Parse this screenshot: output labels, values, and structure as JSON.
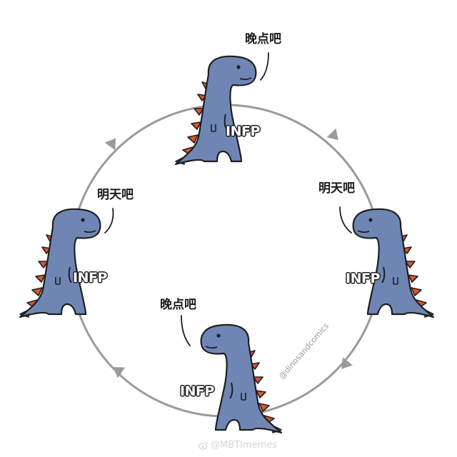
{
  "colors": {
    "dino_body": "#6f86b5",
    "dino_spikes": "#e0532f",
    "outline": "#1e1e1e",
    "cycle_line": "#9a9a9a"
  },
  "dinos": [
    {
      "position": "top",
      "speech": "晚点吧",
      "badge": "INFP"
    },
    {
      "position": "right",
      "speech": "明天吧",
      "badge": "INFP"
    },
    {
      "position": "bottom",
      "speech": "晚点吧",
      "badge": "INFP"
    },
    {
      "position": "left",
      "speech": "明天吧",
      "badge": "INFP"
    }
  ],
  "cycle": {
    "direction": "clockwise",
    "arrows": 4
  },
  "credit": "@dinosandcomics",
  "watermark": "@MBTImemes"
}
